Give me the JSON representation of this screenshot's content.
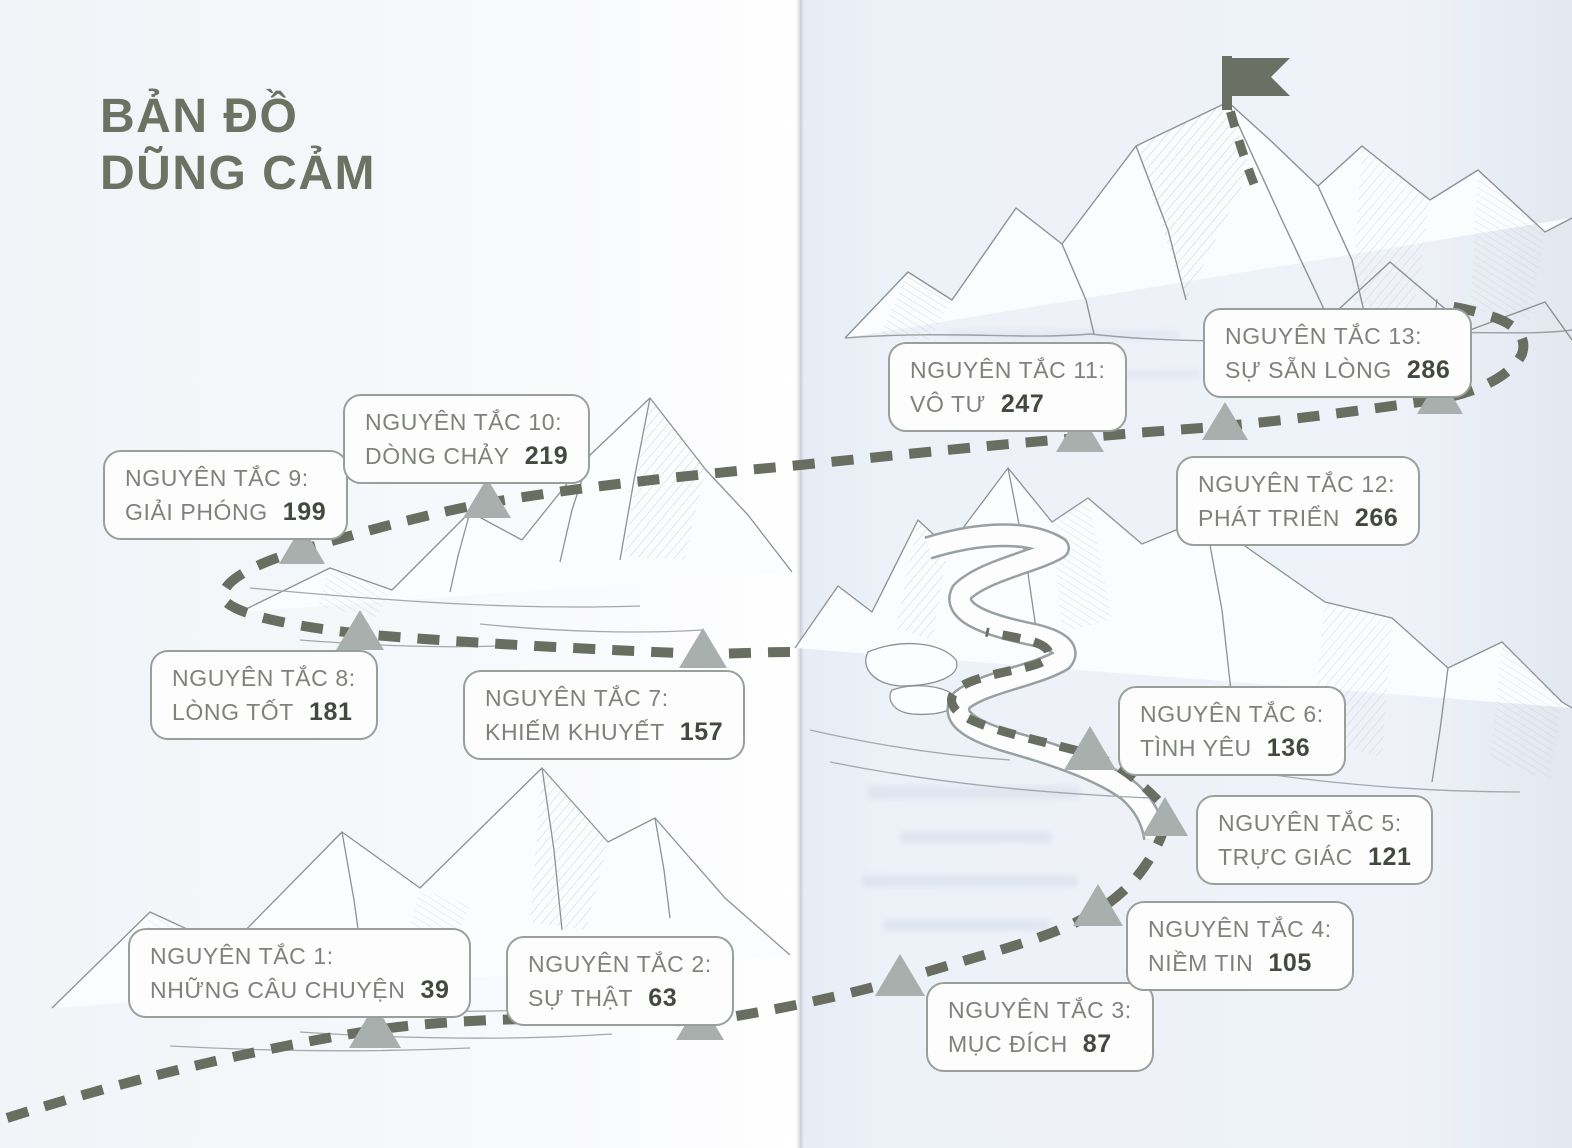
{
  "title": {
    "line1": "BẢN ĐỒ",
    "line2": "DŨNG CẢM"
  },
  "principles": [
    {
      "label": "NGUYÊN TẮC 1:",
      "name": "NHỮNG CÂU CHUYỆN",
      "page": "39"
    },
    {
      "label": "NGUYÊN TẮC 2:",
      "name": "SỰ THẬT",
      "page": "63"
    },
    {
      "label": "NGUYÊN TẮC 3:",
      "name": "MỤC ĐÍCH",
      "page": "87"
    },
    {
      "label": "NGUYÊN TẮC 4:",
      "name": "NIỀM TIN",
      "page": "105"
    },
    {
      "label": "NGUYÊN TẮC 5:",
      "name": "TRỰC GIÁC",
      "page": "121"
    },
    {
      "label": "NGUYÊN TẮC 6:",
      "name": "TÌNH YÊU",
      "page": "136"
    },
    {
      "label": "NGUYÊN TẮC 7:",
      "name": "KHIẾM KHUYẾT",
      "page": "157"
    },
    {
      "label": "NGUYÊN TẮC 8:",
      "name": "LÒNG TỐT",
      "page": "181"
    },
    {
      "label": "NGUYÊN TẮC 9:",
      "name": "GIẢI PHÓNG",
      "page": "199"
    },
    {
      "label": "NGUYÊN TẮC 10:",
      "name": "DÒNG CHẢY",
      "page": "219"
    },
    {
      "label": "NGUYÊN TẮC 11:",
      "name": "VÔ TƯ",
      "page": "247"
    },
    {
      "label": "NGUYÊN TẮC 12:",
      "name": "PHÁT TRIỂN",
      "page": "266"
    },
    {
      "label": "NGUYÊN TẮC 13:",
      "name": "SỰ SẴN LÒNG",
      "page": "286"
    }
  ],
  "icons": {
    "summit_flag": "flag-on-pole",
    "trail_marker": "gray-triangle",
    "trail_style": "dashed-path"
  },
  "colors": {
    "title": "#6d7263",
    "label_text": "#7e827b",
    "label_number": "#44493f",
    "label_border": "#99a099",
    "trail_dash": "#696e61",
    "marker_triangle": "#a9afad",
    "sketch_line": "#8b9295",
    "page_left_bg": "#f6f8fb",
    "page_right_bg": "#edf1f8"
  }
}
